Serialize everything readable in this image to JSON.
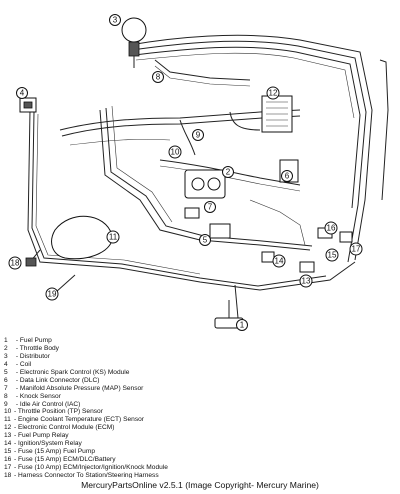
{
  "callouts": [
    "1",
    "2",
    "3",
    "4",
    "5",
    "6",
    "7",
    "8",
    "9",
    "10",
    "11",
    "12",
    "13",
    "14",
    "15",
    "16",
    "17",
    "18",
    "19"
  ],
  "legend": [
    {
      "num": "1",
      "label": "- Fuel Pump"
    },
    {
      "num": "2",
      "label": "- Throttle Body"
    },
    {
      "num": "3",
      "label": "- Distributor"
    },
    {
      "num": "4",
      "label": "- Coil"
    },
    {
      "num": "5",
      "label": "- Electronic Spark Control (KS) Module"
    },
    {
      "num": "6",
      "label": "- Data Link Connector (DLC)"
    },
    {
      "num": "7",
      "label": "- Manifold Absolute Pressure (MAP) Sensor"
    },
    {
      "num": "8",
      "label": "- Knock Sensor"
    },
    {
      "num": "9",
      "label": "- Idle Air Control (IAC)"
    },
    {
      "num": "10",
      "label": "- Throttle Position (TP) Sensor"
    },
    {
      "num": "11",
      "label": "- Engine Coolant Temperature (ECT) Sensor"
    },
    {
      "num": "12",
      "label": "- Electronic Control Module (ECM)"
    },
    {
      "num": "13",
      "label": "- Fuel Pump Relay"
    },
    {
      "num": "14",
      "label": "- Ignition/System Relay"
    },
    {
      "num": "15",
      "label": "- Fuse (15 Amp) Fuel Pump"
    },
    {
      "num": "16",
      "label": "- Fuse (15 Amp) ECM/DLC/Battery"
    },
    {
      "num": "17",
      "label": "- Fuse (10 Amp) ECM/Injector/Ignition/Knock Module"
    },
    {
      "num": "18",
      "label": "- Harness Connector To Station/Steering Harness"
    }
  ],
  "footer": "MercuryPartsOnline v2.5.1 (Image Copyright- Mercury Marine)"
}
